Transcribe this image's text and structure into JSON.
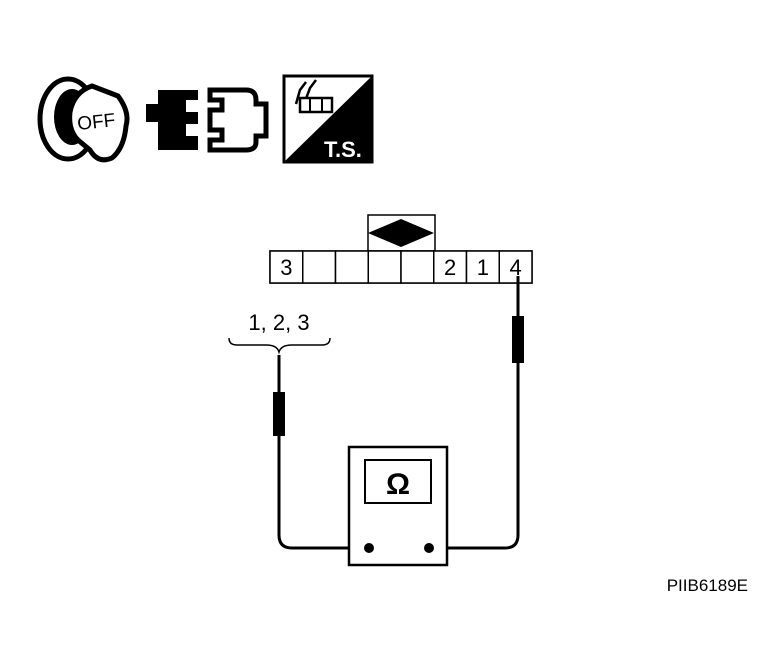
{
  "icons": {
    "ignition": {
      "name": "ignition-key-icon",
      "label": "OFF"
    },
    "connector": {
      "name": "disconnected-connector-icon"
    },
    "tester": {
      "name": "test-tool-icon",
      "label": "T.S."
    }
  },
  "connector": {
    "pins": [
      "3",
      "",
      "",
      "",
      "",
      "2",
      "1",
      "4"
    ]
  },
  "probe_terminals": "1, 2, 3",
  "meter": {
    "symbol": "Ω"
  },
  "figure_code": "PIIB6189E",
  "colors": {
    "line": "#000000",
    "background": "#ffffff"
  }
}
